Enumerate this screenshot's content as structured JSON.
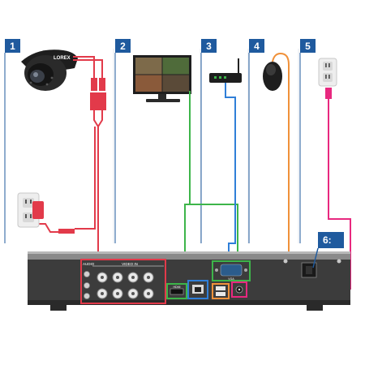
{
  "steps": [
    {
      "number": "1",
      "device": "Security camera"
    },
    {
      "number": "2",
      "device": "Monitor"
    },
    {
      "number": "3",
      "device": "Router"
    },
    {
      "number": "4",
      "device": "Mouse"
    },
    {
      "number": "5",
      "device": "Wall outlet"
    }
  ],
  "step6": {
    "number": "6:"
  },
  "camera": {
    "brand": "LOREX"
  },
  "dvr": {
    "audio_label": "AUDIO",
    "video_in_label": "VIDEO IN",
    "hdmi_label": "HDMI",
    "vga_label": "VGA"
  },
  "colors": {
    "badge": "#1f5a9e",
    "camera_cable": "#e23a4a",
    "monitor_cable": "#3db54a",
    "router_cable": "#2f7fd8",
    "mouse_cable": "#f0913a",
    "power_cable": "#e8287f",
    "dvr_body": "#3c3c3c"
  }
}
